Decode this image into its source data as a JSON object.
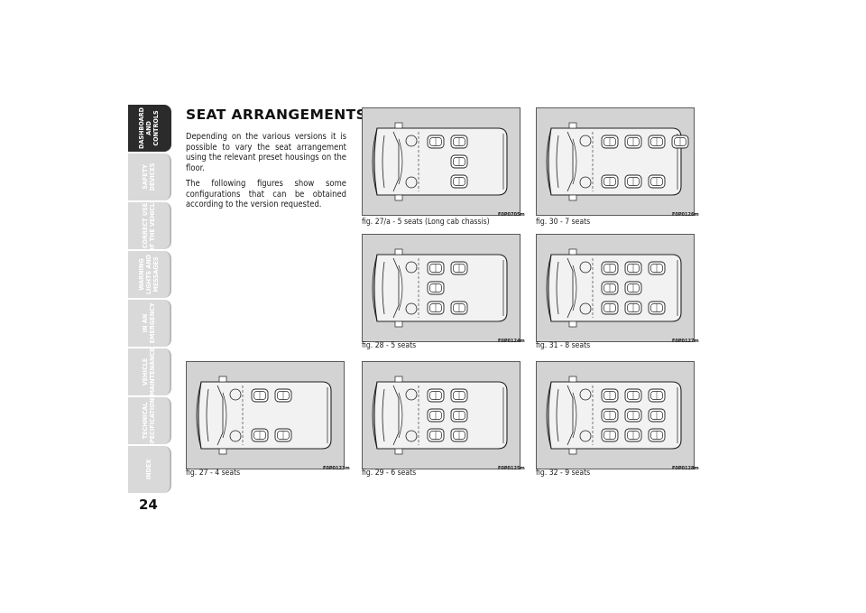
{
  "sidebar": {
    "tabs": [
      {
        "label": "DASHBOARD\nAND\nCONTROLS",
        "active": true
      },
      {
        "label": "SAFETY\nDEVICES",
        "active": false
      },
      {
        "label": "CORRECT USE\nOF THE VEHICLE",
        "active": false
      },
      {
        "label": "WARNING\nLIGHTS AND\nMESSAGES",
        "active": false
      },
      {
        "label": "IN AN\nEMERGENCY",
        "active": false
      },
      {
        "label": "VEHICLE\nMAINTENANCE",
        "active": false
      },
      {
        "label": "TECHNICAL\nSPECIFICATIONS",
        "active": false
      },
      {
        "label": "INDEX",
        "active": false
      }
    ]
  },
  "page_number": "24",
  "section": {
    "title": "SEAT ARRANGEMENTS",
    "paragraphs": [
      "Depending on the various versions it is possible to vary the seat arrangement using the relevant preset housings on the floor.",
      "The following figures show some configurations that can be obtained according to the version requested."
    ]
  },
  "figures": [
    {
      "caption": "fig. 27/a - 5 seats (Long cab chassis)",
      "code": "F0P0705m",
      "rows": [
        1,
        3
      ],
      "mid": 0
    },
    {
      "caption": "fig. 30 - 7 seats",
      "code": "F0P0126m",
      "rows": [
        2,
        2,
        2,
        1
      ],
      "mid": 0
    },
    {
      "caption": "fig. 28 - 5 seats",
      "code": "F0P0124m",
      "rows": [
        3,
        2
      ],
      "mid": 0
    },
    {
      "caption": "fig. 31 - 8 seats",
      "code": "F0P0127m",
      "rows": [
        3,
        3,
        2
      ],
      "mid": 0
    },
    {
      "caption": "fig. 27 - 4 seats",
      "code": "F0P0123m",
      "rows": [
        2,
        2
      ],
      "mid": 0
    },
    {
      "caption": "fig. 29 - 6 seats",
      "code": "F0P0125m",
      "rows": [
        3,
        3
      ],
      "mid": 0
    },
    {
      "caption": "fig. 32 - 9 seats",
      "code": "F0P0128m",
      "rows": [
        3,
        3,
        3
      ],
      "mid": 0
    }
  ],
  "colors": {
    "tab_active": "#2b2b2b",
    "tab_inactive": "#d9d9d9",
    "figure_bg": "#d3d3d3"
  }
}
